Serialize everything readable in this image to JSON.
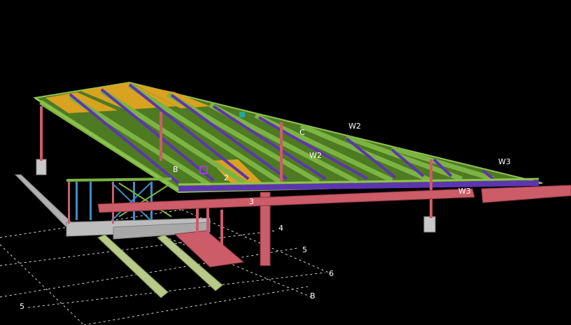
{
  "model_view": {
    "labels": {
      "c": "C",
      "w2_top": "W2",
      "w2_mid": "W2",
      "w3_right": "W3",
      "w3_low": "W3",
      "b_top": "B",
      "n2": "2",
      "n3": "3",
      "n4": "4",
      "n5_right": "5",
      "n6": "6",
      "b_bottom": "B",
      "n5_left": "5"
    },
    "colors": {
      "background": "#000000",
      "girder": "#cc5c68",
      "purlin": "#7cb342",
      "rafter_top": "#5e35b1",
      "deck_panel": "#d9a21f",
      "column": "#b8b8b8",
      "bracing": "#3b8fc4",
      "beam_floor": "#b9c98a",
      "grid_line": "#d8d8d8"
    }
  }
}
